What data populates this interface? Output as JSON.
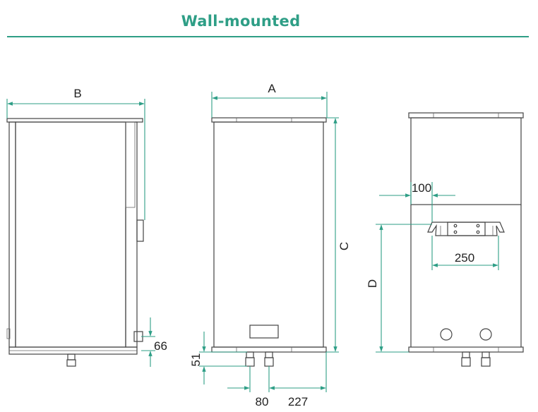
{
  "header": {
    "title": "Wall-mounted"
  },
  "colors": {
    "accent": "#2e9e86",
    "outline": "#444444"
  },
  "dimensions": {
    "A": "A",
    "B": "B",
    "C": "C",
    "D": "D",
    "d66": "66",
    "d51": "51",
    "d80": "80",
    "d227": "227",
    "d100": "100",
    "d250": "250"
  }
}
